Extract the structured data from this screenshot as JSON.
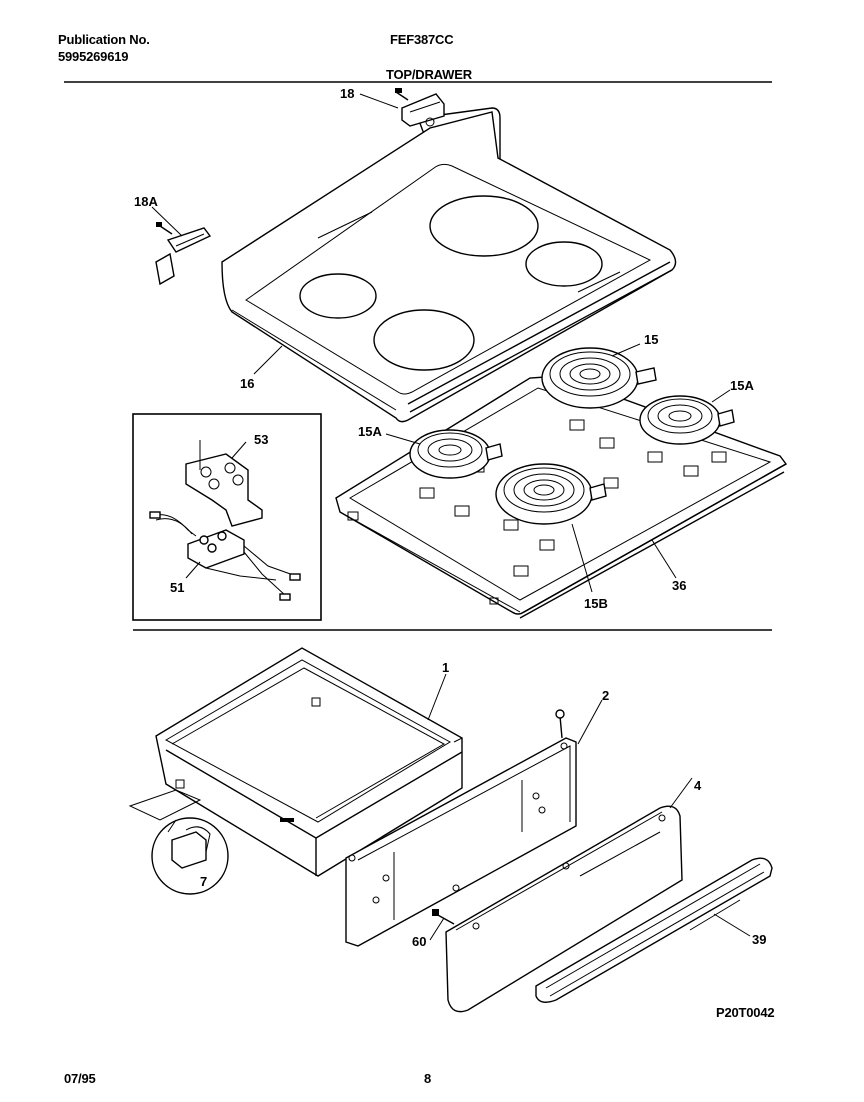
{
  "header": {
    "publication_label": "Publication No.",
    "publication_number": "5995269619",
    "model": "FEF387CC",
    "section_title": "TOP/DRAWER"
  },
  "callouts": {
    "c18": "18",
    "c18a": "18A",
    "c16": "16",
    "c15": "15",
    "c15a_right": "15A",
    "c15a_left": "15A",
    "c53": "53",
    "c51": "51",
    "c15b": "15B",
    "c36": "36",
    "c1": "1",
    "c2": "2",
    "c4": "4",
    "c7": "7",
    "c60": "60",
    "c39": "39"
  },
  "figure_code": "P20T0042",
  "footer": {
    "date": "07/95",
    "page": "8"
  }
}
